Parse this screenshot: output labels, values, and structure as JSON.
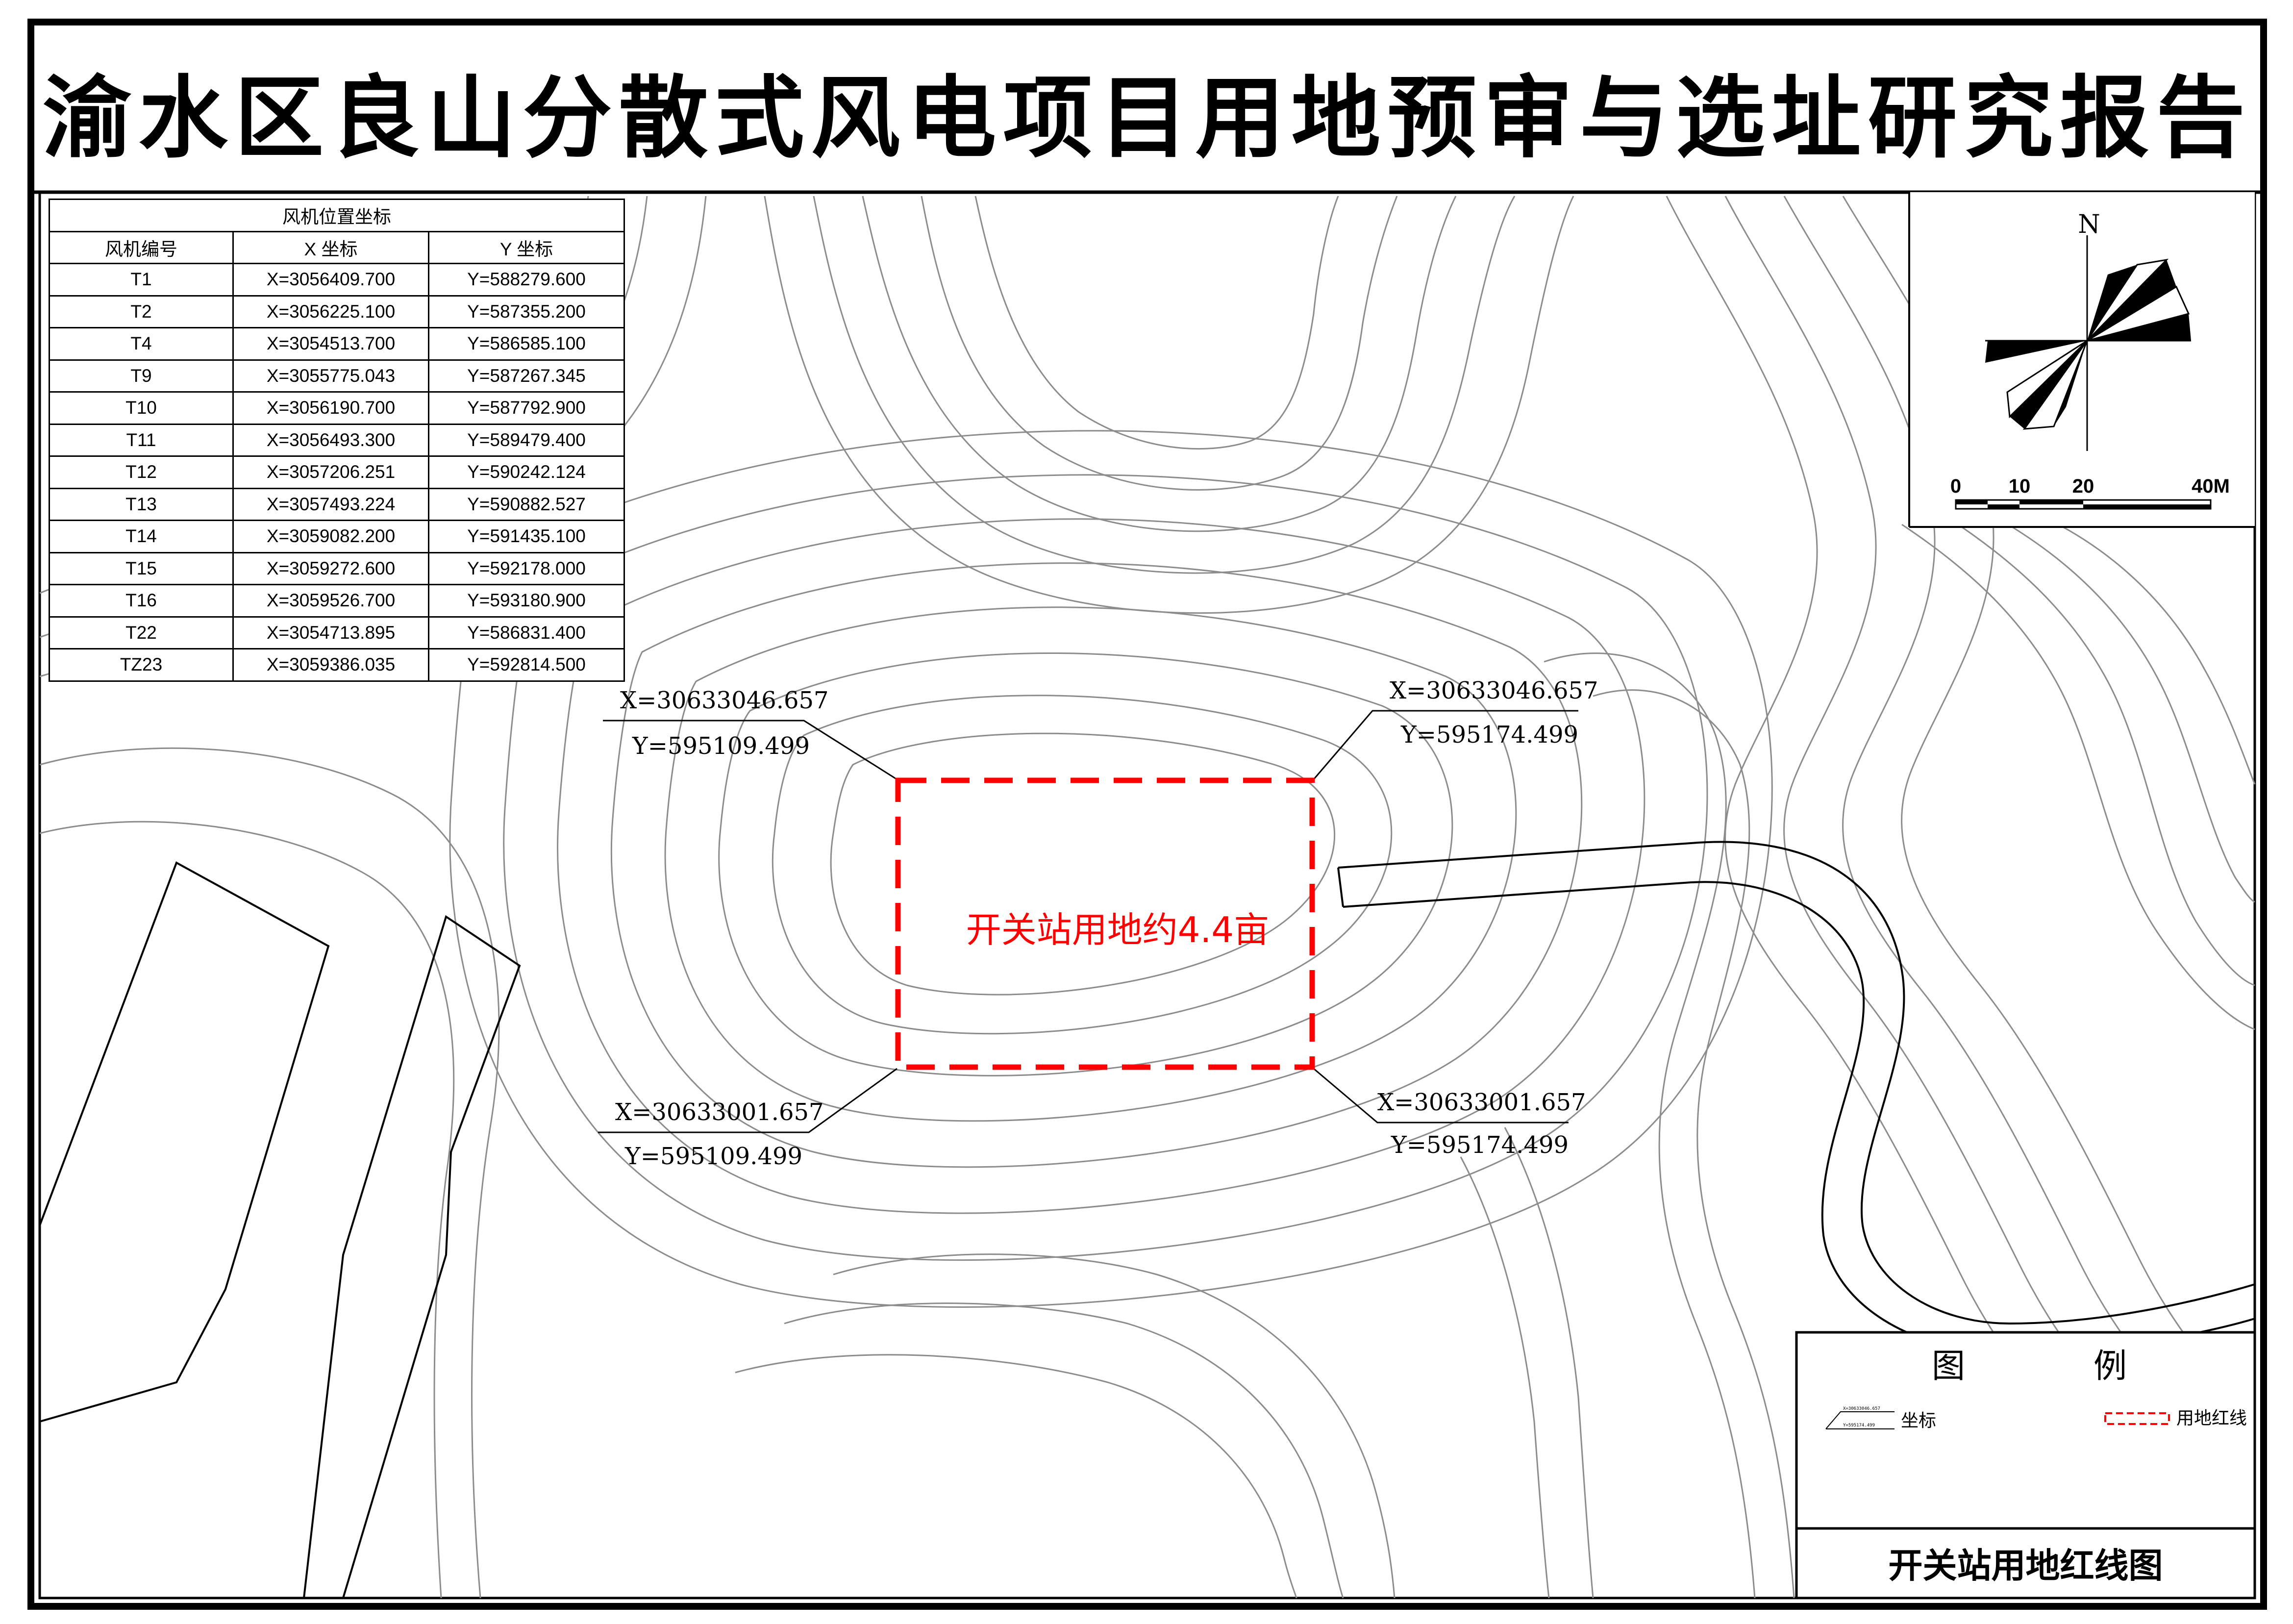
{
  "title": "渝水区良山分散式风电项目用地预审与选址研究报告",
  "coord_table": {
    "caption": "风机位置坐标",
    "headers": [
      "风机编号",
      "X 坐标",
      "Y 坐标"
    ],
    "rows": [
      [
        "T1",
        "X=3056409.700",
        "Y=588279.600"
      ],
      [
        "T2",
        "X=3056225.100",
        "Y=587355.200"
      ],
      [
        "T4",
        "X=3054513.700",
        "Y=586585.100"
      ],
      [
        "T9",
        "X=3055775.043",
        "Y=587267.345"
      ],
      [
        "T10",
        "X=3056190.700",
        "Y=587792.900"
      ],
      [
        "T11",
        "X=3056493.300",
        "Y=589479.400"
      ],
      [
        "T12",
        "X=3057206.251",
        "Y=590242.124"
      ],
      [
        "T13",
        "X=3057493.224",
        "Y=590882.527"
      ],
      [
        "T14",
        "X=3059082.200",
        "Y=591435.100"
      ],
      [
        "T15",
        "X=3059272.600",
        "Y=592178.000"
      ],
      [
        "T16",
        "X=3059526.700",
        "Y=593180.900"
      ],
      [
        "T22",
        "X=3054713.895",
        "Y=586831.400"
      ],
      [
        "TZ23",
        "X=3059386.035",
        "Y=592814.500"
      ]
    ]
  },
  "corner_coords": {
    "top_left": {
      "x": "X=30633046.657",
      "y": "Y=595109.499"
    },
    "top_right": {
      "x": "X=30633046.657",
      "y": "Y=595174.499"
    },
    "bottom_left": {
      "x": "X=30633001.657",
      "y": "Y=595109.499"
    },
    "bottom_right": {
      "x": "X=30633001.657",
      "y": "Y=595174.499"
    }
  },
  "site_label": "开关站用地约4.4亩",
  "north_label": "N",
  "scale_bar": {
    "labels": [
      "0",
      "10",
      "20",
      "40M"
    ]
  },
  "legend": {
    "title_left": "图",
    "title_right": "例",
    "items": [
      {
        "label": "坐标",
        "sample_x": "X=30633046.657",
        "sample_y": "Y=595174.499"
      },
      {
        "label": "用地红线"
      }
    ]
  },
  "caption": "开关站用地红线图",
  "colors": {
    "boundary": "#ff0000",
    "contour": "#8c8c8c",
    "frame": "#000000"
  }
}
